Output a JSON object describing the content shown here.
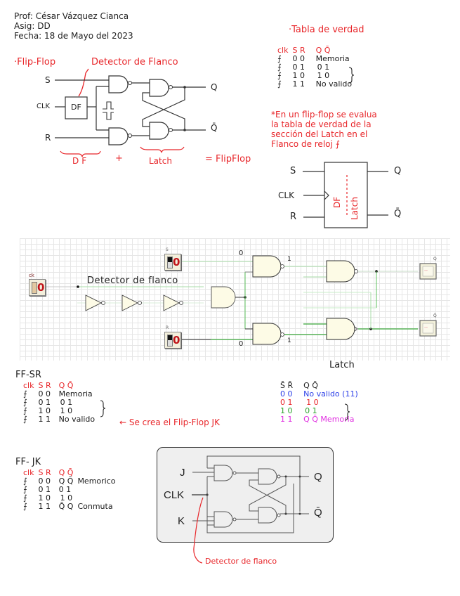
{
  "header": {
    "prof": "Prof: César Vázquez Cianca",
    "asig": "Asig: DD",
    "fecha": "Fecha: 18 de Mayo del 2023"
  },
  "flipflop_section": {
    "title": "·Flip-Flop",
    "detector_label": "Detector de Flanco",
    "inputs": [
      "S",
      "CLK",
      "R"
    ],
    "outputs": [
      "Q",
      "Q̄"
    ],
    "df_box": "DF",
    "brace_df": "DF",
    "plus": "+",
    "brace_latch": "Latch",
    "equals": "= FlipFlop"
  },
  "truth_table": {
    "title": "·Tabla de verdad",
    "headers": [
      "clk",
      "S R",
      "Q Q̄"
    ],
    "rows": [
      {
        "clk": "⨍",
        "sr": "0 0",
        "q": "Memoria"
      },
      {
        "clk": "⨍",
        "sr": "0 1",
        "q": "0 1"
      },
      {
        "clk": "⨍",
        "sr": "1 0",
        "q": "1 0"
      },
      {
        "clk": "⨍",
        "sr": "1 1",
        "q": "No valido"
      }
    ]
  },
  "note": {
    "lines": [
      "*En un flip-flop se evalua",
      "la tabla de verdad de la",
      "sección del Latch en el",
      "Flanco de reloj ⨍"
    ]
  },
  "block_symbol": {
    "inputs": [
      "S",
      "CLK",
      "R"
    ],
    "outputs": [
      "Q",
      "Q̄"
    ],
    "inner_left": "DF",
    "inner_right": "Latch"
  },
  "simulation": {
    "clk_label": "ck",
    "clk_value": "0",
    "s_label": "S",
    "s_value": "0",
    "r_label": "R",
    "r_value": "0",
    "detector_label": "Detector de flanco",
    "top_in": "0",
    "top_out": "1",
    "bot_in": "0",
    "bot_out": "1",
    "q_label": "Q",
    "qbar_label": "Q̄",
    "q_display": "--",
    "qbar_display": "--",
    "latch_label": "Latch"
  },
  "ffsr": {
    "title": "FF-SR",
    "headers": [
      "clk",
      "S R",
      "Q Q̄"
    ],
    "rows": [
      {
        "clk": "⨍",
        "sr": "0 0",
        "q": "Memoria"
      },
      {
        "clk": "⨍",
        "sr": "0 1",
        "q": "0 1"
      },
      {
        "clk": "⨍",
        "sr": "1 0",
        "q": "1 0"
      },
      {
        "clk": "⨍",
        "sr": "1 1",
        "q": "No valido"
      }
    ],
    "arrow_note": "← Se crea el Flip-Flop JK"
  },
  "latch_table": {
    "headers": [
      "S̄ R̄",
      "Q Q̄"
    ],
    "rows": [
      {
        "sr": "0 0",
        "q": "No valido (11)",
        "color": "#2a3ee8"
      },
      {
        "sr": "0 1",
        "q": "1 0",
        "color": "#e8262a"
      },
      {
        "sr": "1 0",
        "q": "0 1",
        "color": "#2aa12a"
      },
      {
        "sr": "1 1",
        "q": "Q Q̄  Memoria",
        "color": "#e02ee0"
      }
    ]
  },
  "ffjk": {
    "title": "FF- JK",
    "headers": [
      "clk",
      "S R",
      "Q Q̄"
    ],
    "rows": [
      {
        "clk": "⨍",
        "sr": "0 0",
        "q": "Q Q̄",
        "note": "Memorico"
      },
      {
        "clk": "⨍",
        "sr": "0 1",
        "q": "0 1",
        "note": ""
      },
      {
        "clk": "⨍",
        "sr": "1 0",
        "q": "1 0",
        "note": ""
      },
      {
        "clk": "⨍",
        "sr": "1 1",
        "q": "Q̄ Q",
        "note": "Conmuta"
      }
    ],
    "diagram": {
      "inputs": [
        "J",
        "CLK",
        "K"
      ],
      "outputs": [
        "Q",
        "Q̄"
      ]
    },
    "detector_label": "Detector de flanco"
  }
}
